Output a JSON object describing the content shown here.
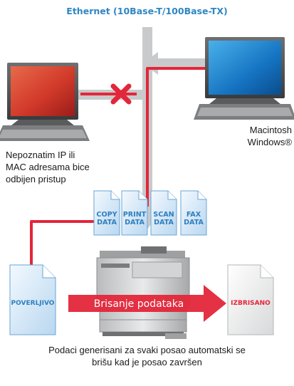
{
  "header": {
    "network_title": "Ethernet (10Base-T/100Base-TX)"
  },
  "clients": {
    "os_line_1": "Macintosh",
    "os_line_2": "Windows®",
    "blocked_line_1": "Nepoznatim IP ili",
    "blocked_line_2": "MAC adresama bice",
    "blocked_line_3": "odbijen pristup"
  },
  "jobs": [
    {
      "line1": "COPY",
      "line2": "DATA"
    },
    {
      "line1": "PRINT",
      "line2": "DATA"
    },
    {
      "line1": "SCAN",
      "line2": "DATA"
    },
    {
      "line1": "FAX",
      "line2": "DATA"
    }
  ],
  "documents": {
    "confidential": "POVERLJIVO",
    "erased": "IZBRISANO",
    "erase_action": "Brisanje podataka"
  },
  "footer": {
    "caption_line_1": "Podaci generisani za svaki posao automatski se",
    "caption_line_2": "brišu kad je posao završen"
  },
  "colors": {
    "accent_blue": "#2f86c3",
    "route_red": "#e3263a",
    "block_x_red": "#e3263a",
    "network_gray": "#c9cacb",
    "doc_fill": "#d7e9f7",
    "erased_doc_fill": "#f1f2f2"
  },
  "icons": [
    "computer-monitor-icon",
    "block-x-icon",
    "copier-icon",
    "document-icon",
    "arrow-right-icon",
    "arrow-down-icon",
    "arrow-left-icon"
  ]
}
